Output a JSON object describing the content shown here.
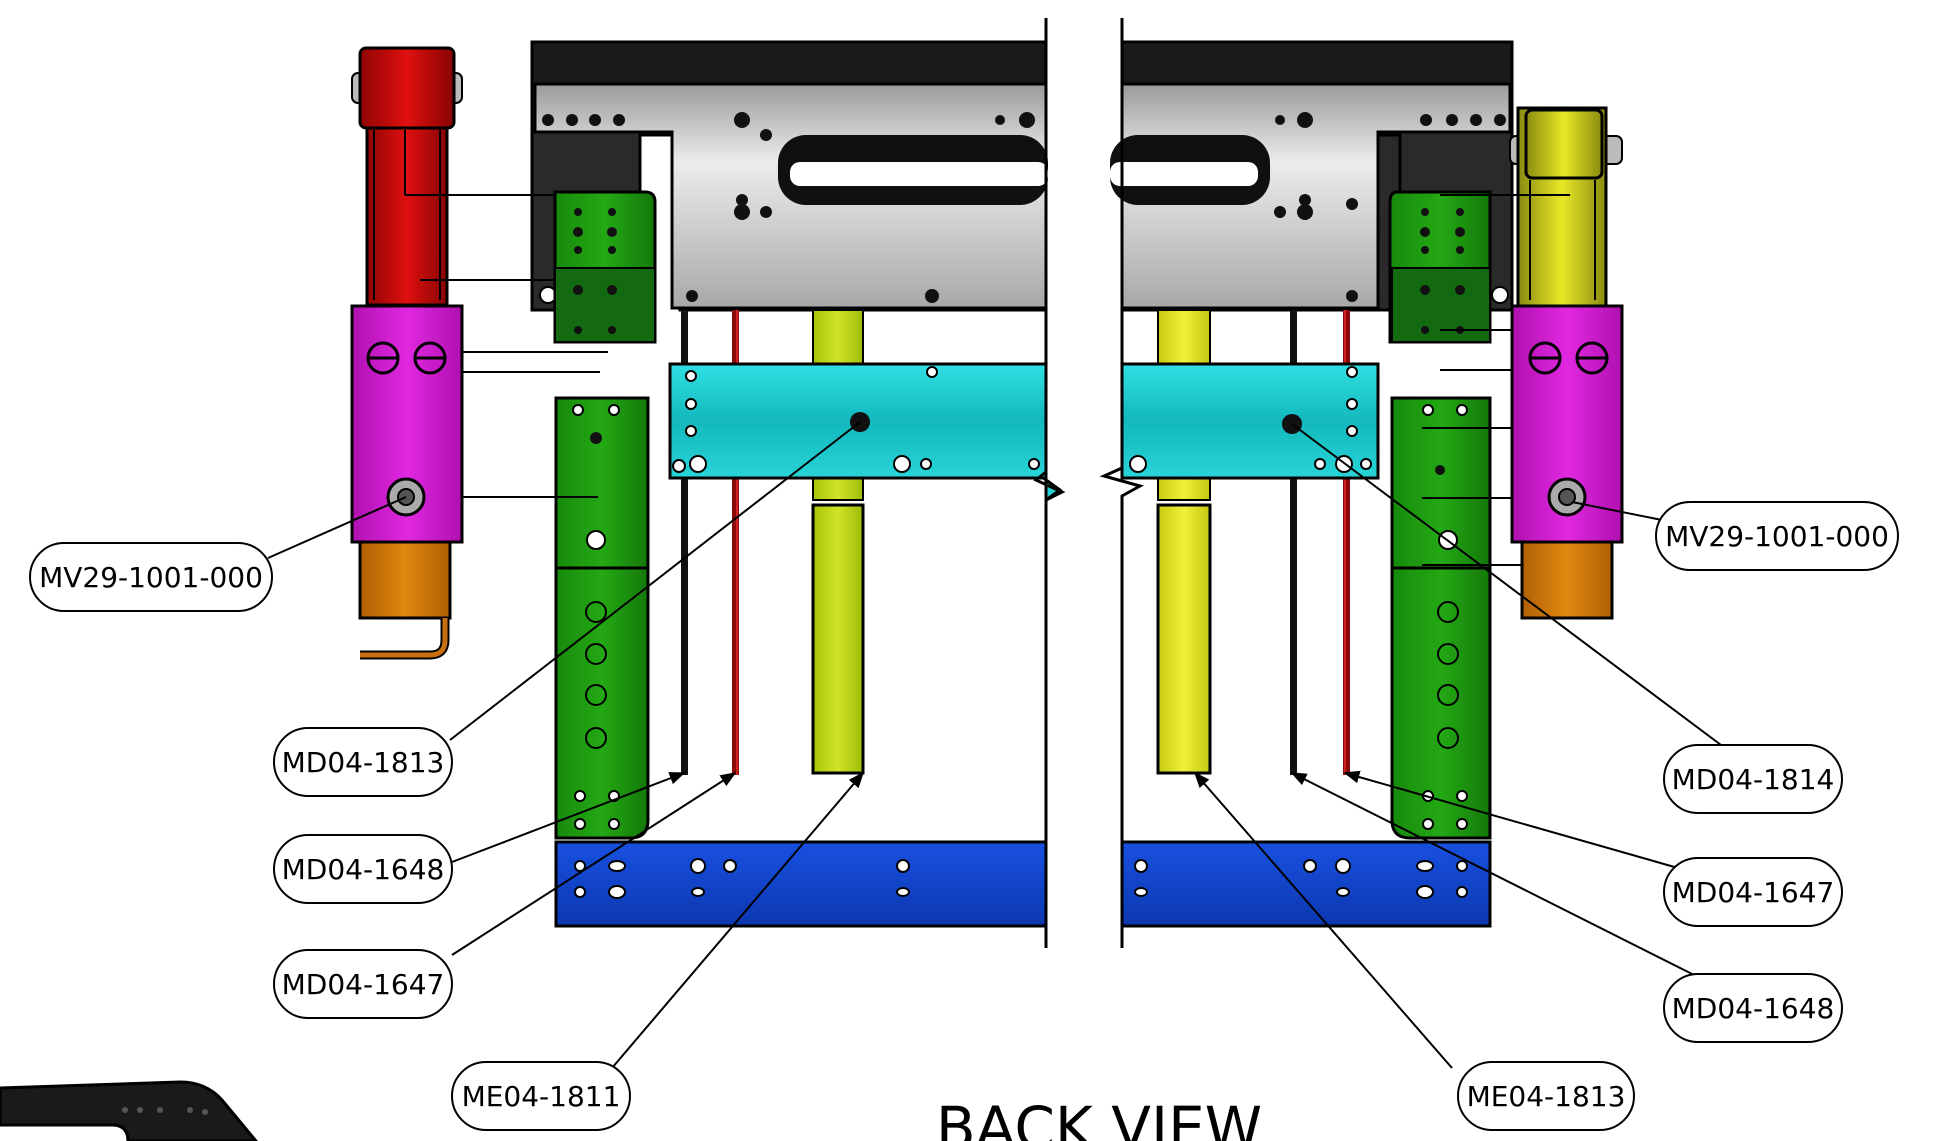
{
  "view_title": "BACK VIEW",
  "callouts": {
    "left_mv29": "MV29-1001-000",
    "right_mv29": "MV29-1001-000",
    "md04_1813": "MD04-1813",
    "md04_1814": "MD04-1814",
    "left_md04_1648": "MD04-1648",
    "left_md04_1647": "MD04-1647",
    "right_md04_1647": "MD04-1647",
    "right_md04_1648": "MD04-1648",
    "me04_1811": "ME04-1811",
    "me04_1813": "ME04-1813"
  },
  "colors": {
    "outline": "#000000",
    "top_beam": "#c8c8c8",
    "dark_plate": "#2a2a2a",
    "green_bracket": "#1f9a10",
    "dark_green": "#146a10",
    "cyan_bar": "#18c8cc",
    "blue_bar": "#1048d0",
    "yellow_left": "#b4d010",
    "yellow_right": "#d8dc18",
    "magenta_block": "#d820d8",
    "red_arm": "#c80808",
    "olive_arm": "#c8c820",
    "orange_block": "#d07808"
  }
}
